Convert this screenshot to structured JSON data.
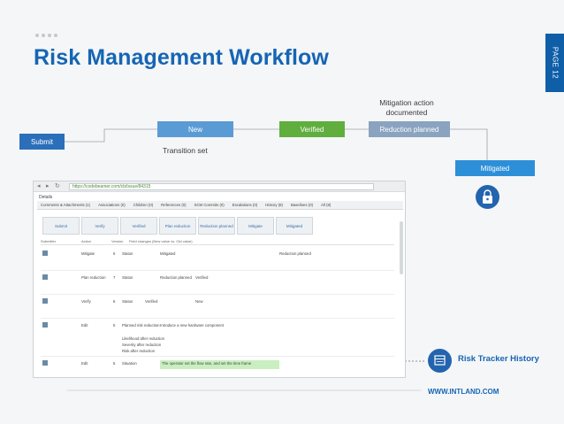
{
  "slide": {
    "title": "Risk Management Workflow",
    "page_label": "PAGE 12",
    "website": "WWW.INTLAND.COM"
  },
  "workflow": {
    "states": {
      "submit": "Submit",
      "new": "New",
      "verified": "Verified",
      "reduction_planned": "Reduction planned",
      "mitigated": "Mitigated"
    },
    "annotations": {
      "transition_set": "Transition set",
      "mitigation_line1": "Mitigation action",
      "mitigation_line2": "documented"
    },
    "colors": {
      "submit": "#2b6fba",
      "new": "#5b9bd5",
      "verified": "#5fae3e",
      "reduction_planned": "#8aa3bf",
      "mitigated": "#2d8fd8",
      "accent": "#1565b5"
    }
  },
  "screenshot": {
    "url": "https://codebeamer.com/cb/issue/84315",
    "section": "Details",
    "tabs": [
      "Comments & Attachments (1)",
      "Associations (0)",
      "Children (0)",
      "References (0)",
      "SCM Commits (0)",
      "Escalations (0)",
      "History (8)",
      "Baselines (0)",
      "All (8)"
    ],
    "workflow_steps": [
      "Submit",
      "Verify",
      "Verified",
      "Plan reduction",
      "Reduction planned",
      "Mitigate",
      "Mitigated"
    ],
    "columns": [
      "Submitter",
      "Action",
      "Version",
      "Field changes (New value vs. Old value)"
    ],
    "rows": [
      {
        "action": "Mitigate",
        "version": "6",
        "field": "Status",
        "new": "Mitigated",
        "old": "Reduction planned"
      },
      {
        "action": "Plan reduction",
        "version": "7",
        "field": "Status",
        "new": "Reduction planned",
        "old": "Verified"
      },
      {
        "action": "Verify",
        "version": "6",
        "field": "Status",
        "new": "Verified",
        "old": "New"
      },
      {
        "action": "Edit",
        "version": "5",
        "field": "Planned risk reduction",
        "new": "Introduce a new hardware component",
        "old": ""
      },
      {
        "action": "Edit",
        "version": "5",
        "field": "Situation",
        "new": "The operator set the flow rate, and set the time frame",
        "old": ""
      }
    ],
    "risk_fields": [
      "Likelihood after reduction",
      "Severity after reduction",
      "Risk after reduction"
    ]
  },
  "callout": {
    "label": "Risk Tracker History"
  }
}
